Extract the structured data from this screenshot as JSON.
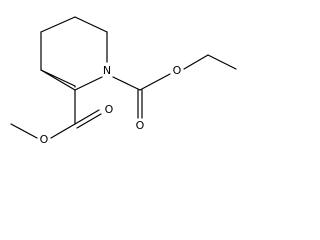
{
  "molecule": {
    "atom_labels": {
      "ring_nitrogen": "N",
      "carbamate_carbonyl_oxygen": "O",
      "carbamate_ester_oxygen": "O",
      "ester_carbonyl_oxygen": "O",
      "ester_methoxy_oxygen": "O"
    },
    "colors": {
      "bond": "#000000",
      "label": "#000000",
      "background": "#ffffff"
    }
  }
}
